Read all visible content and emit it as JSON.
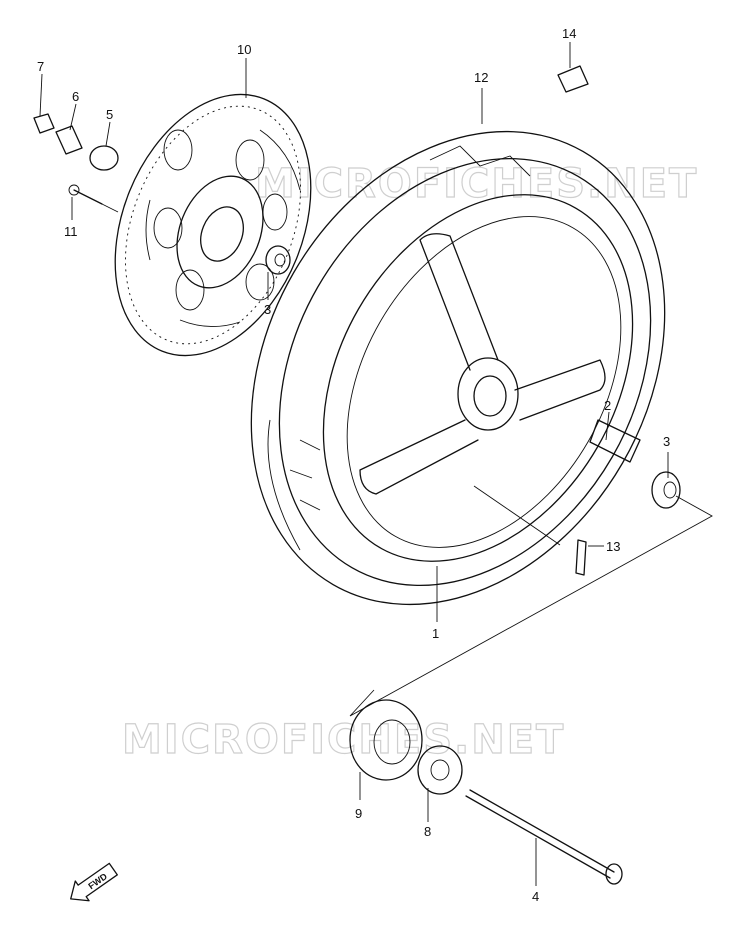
{
  "watermark": "MICROFICHES.NET",
  "fwd_label": "FWD",
  "callouts": [
    "1",
    "2",
    "3",
    "3",
    "4",
    "5",
    "6",
    "7",
    "8",
    "9",
    "10",
    "11",
    "12",
    "13",
    "14"
  ]
}
